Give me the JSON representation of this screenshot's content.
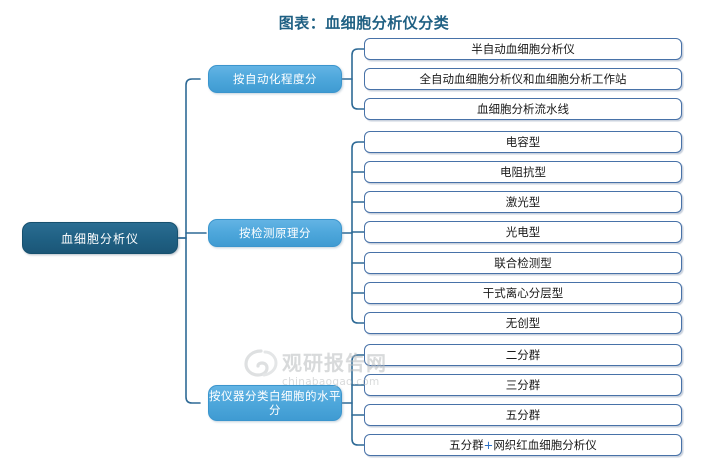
{
  "title": "图表：血细胞分析仪分类",
  "colors": {
    "title": "#1F6083",
    "root_fill": "#1F6083",
    "branch_fill": "#4FA8DC",
    "leaf_border": "#4872A8",
    "connector": "#2E6A96",
    "accent_plus": "#2A6FC4",
    "watermark": "#B9BCBE"
  },
  "root": {
    "label": "血细胞分析仪"
  },
  "branches": [
    {
      "label": "按自动化程度分",
      "leaves": [
        "半自动血细胞分析仪",
        "全自动血细胞分析仪和血细胞分析工作站",
        "血细胞分析流水线"
      ]
    },
    {
      "label": "按检测原理分",
      "leaves": [
        "电容型",
        "电阻抗型",
        "激光型",
        "光电型",
        "联合检测型",
        "干式离心分层型",
        "无创型"
      ]
    },
    {
      "label": "按仪器分类白细胞的水平分",
      "leaves": [
        "二分群",
        "三分群",
        "五分群",
        "五分群+网织红血细胞分析仪"
      ]
    }
  ],
  "leaves_flat": [
    "半自动血细胞分析仪",
    "全自动血细胞分析仪和血细胞分析工作站",
    "血细胞分析流水线",
    "电容型",
    "电阻抗型",
    "激光型",
    "光电型",
    "联合检测型",
    "干式离心分层型",
    "无创型",
    "二分群",
    "三分群",
    "五分群",
    "五分群+网织红血细胞分析仪"
  ],
  "watermark": {
    "logo": "swirl-logo-icon",
    "name": "观研报告网",
    "url": "chinabaogao.com"
  }
}
